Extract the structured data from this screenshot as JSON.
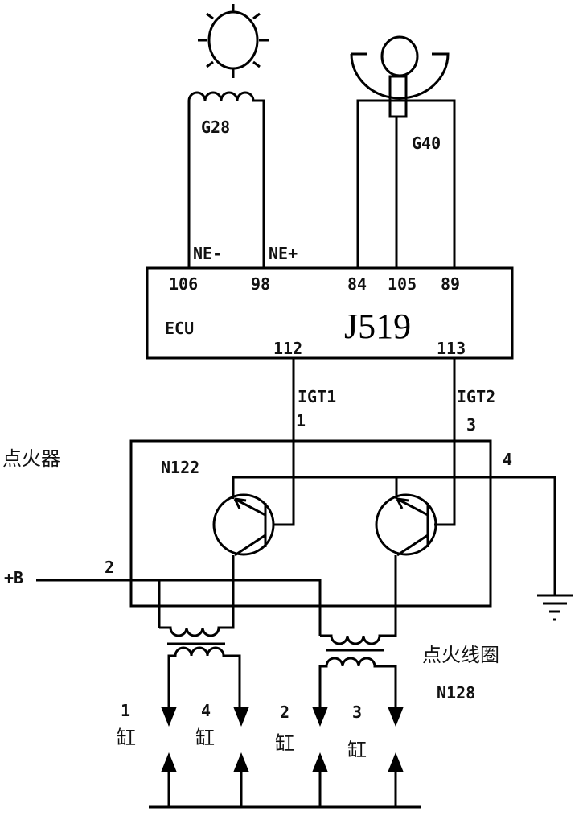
{
  "sensors": {
    "crank_sensor": "G28",
    "cam_sensor": "G40",
    "ne_minus": "NE-",
    "ne_plus": "NE+"
  },
  "ecu": {
    "label": "ECU",
    "part": "J519",
    "pins": {
      "p106": "106",
      "p98": "98",
      "p84": "84",
      "p105": "105",
      "p89": "89",
      "p112": "112",
      "p113": "113"
    }
  },
  "igniter": {
    "title": "点火器",
    "part": "N122",
    "igt1": "IGT1",
    "igt2": "IGT2",
    "pin1": "1",
    "pin3": "3",
    "pin4": "4",
    "pin2": "2",
    "supply": "+B"
  },
  "coil": {
    "title": "点火线圈",
    "part": "N128"
  },
  "cylinders": [
    {
      "num": "1",
      "label": "缸"
    },
    {
      "num": "4",
      "label": "缸"
    },
    {
      "num": "2",
      "label": "缸"
    },
    {
      "num": "3",
      "label": "缸"
    }
  ]
}
